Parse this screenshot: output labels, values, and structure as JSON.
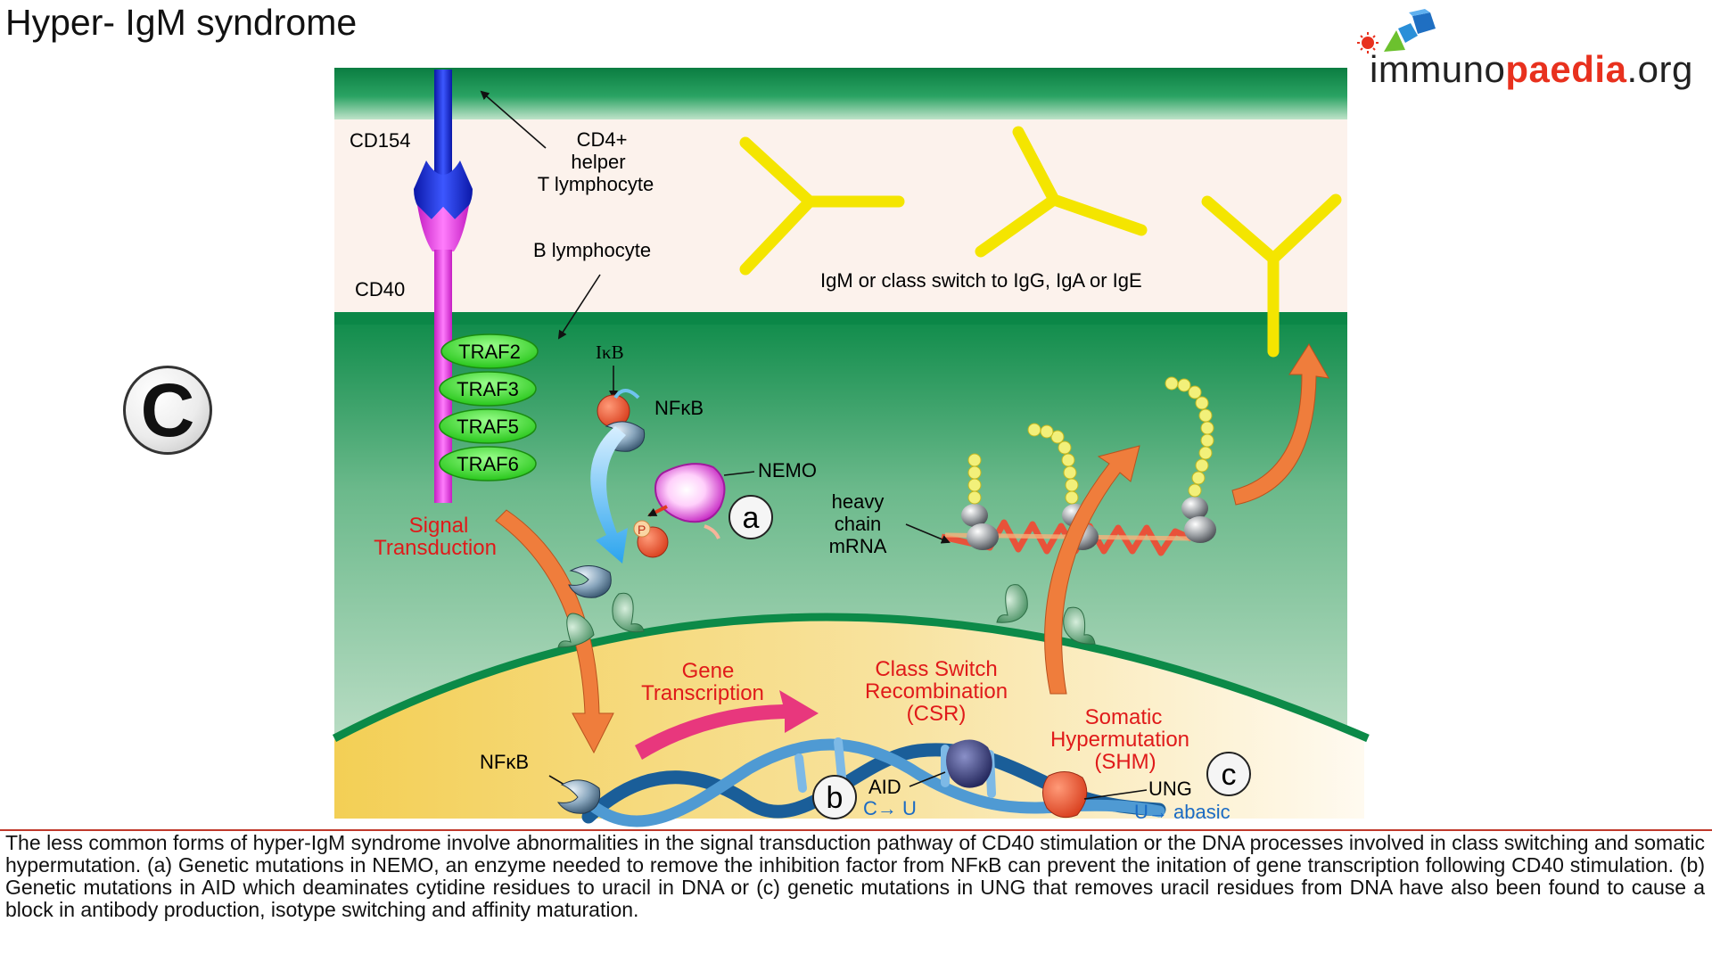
{
  "title": "Hyper- IgM syndrome",
  "logo": {
    "part1": "immuno",
    "part2": "paedia",
    "part3": ".org"
  },
  "panel_label": "C",
  "diagram": {
    "cd154": "CD154",
    "cd4_line1": "CD4+",
    "cd4_line2": "helper",
    "cd4_line3": "T lymphocyte",
    "b_lymphocyte": "B lymphocyte",
    "cd40": "CD40",
    "antibody_label": "IgM or class switch to IgG, IgA or IgE",
    "traf2": "TRAF2",
    "traf3": "TRAF3",
    "traf5": "TRAF5",
    "traf6": "TRAF6",
    "ikb": "IκB",
    "nfkb_top": "NFκB",
    "nemo": "NEMO",
    "p": "P",
    "a": "a",
    "signal_1": "Signal",
    "signal_2": "Transduction",
    "heavy_1": "heavy",
    "heavy_2": "chain",
    "heavy_3": "mRNA",
    "gene_1": "Gene",
    "gene_2": "Transcription",
    "csr_1": "Class Switch",
    "csr_2": "Recombination",
    "csr_3": "(CSR)",
    "shm_1": "Somatic",
    "shm_2": "Hypermutation",
    "shm_3": "(SHM)",
    "nfkb_bottom": "NFκB",
    "b": "b",
    "aid": "AID",
    "c_to_u": "C→ U",
    "ung": "UNG",
    "c": "c",
    "u_abasic": "U→ abasic"
  },
  "caption": "The less common forms of hyper-IgM syndrome involve abnormalities in the signal transduction pathway of CD40 stimulation or the DNA processes involved in class switching and somatic hypermutation. (a) Genetic mutations in NEMO, an enzyme needed to remove the inhibition factor from NFκB can prevent the initation of gene transcription following CD40 stimulation. (b) Genetic mutations in AID which deaminates cytidine residues to uracil in DNA or (c) genetic mutations in UNG that removes uracil residues from DNA have also been found to cause a block in antibody production, isotype switching and affinity maturation.",
  "colors": {
    "membrane": "#0e8c4c",
    "cd154": "#1a2fd6",
    "cd40": "#e63ce3",
    "traf": "#38e02a",
    "antibody": "#ffee00",
    "red_text": "#e01a1a",
    "blue_text": "#1b6bc4",
    "dna": "#1a5e99"
  }
}
